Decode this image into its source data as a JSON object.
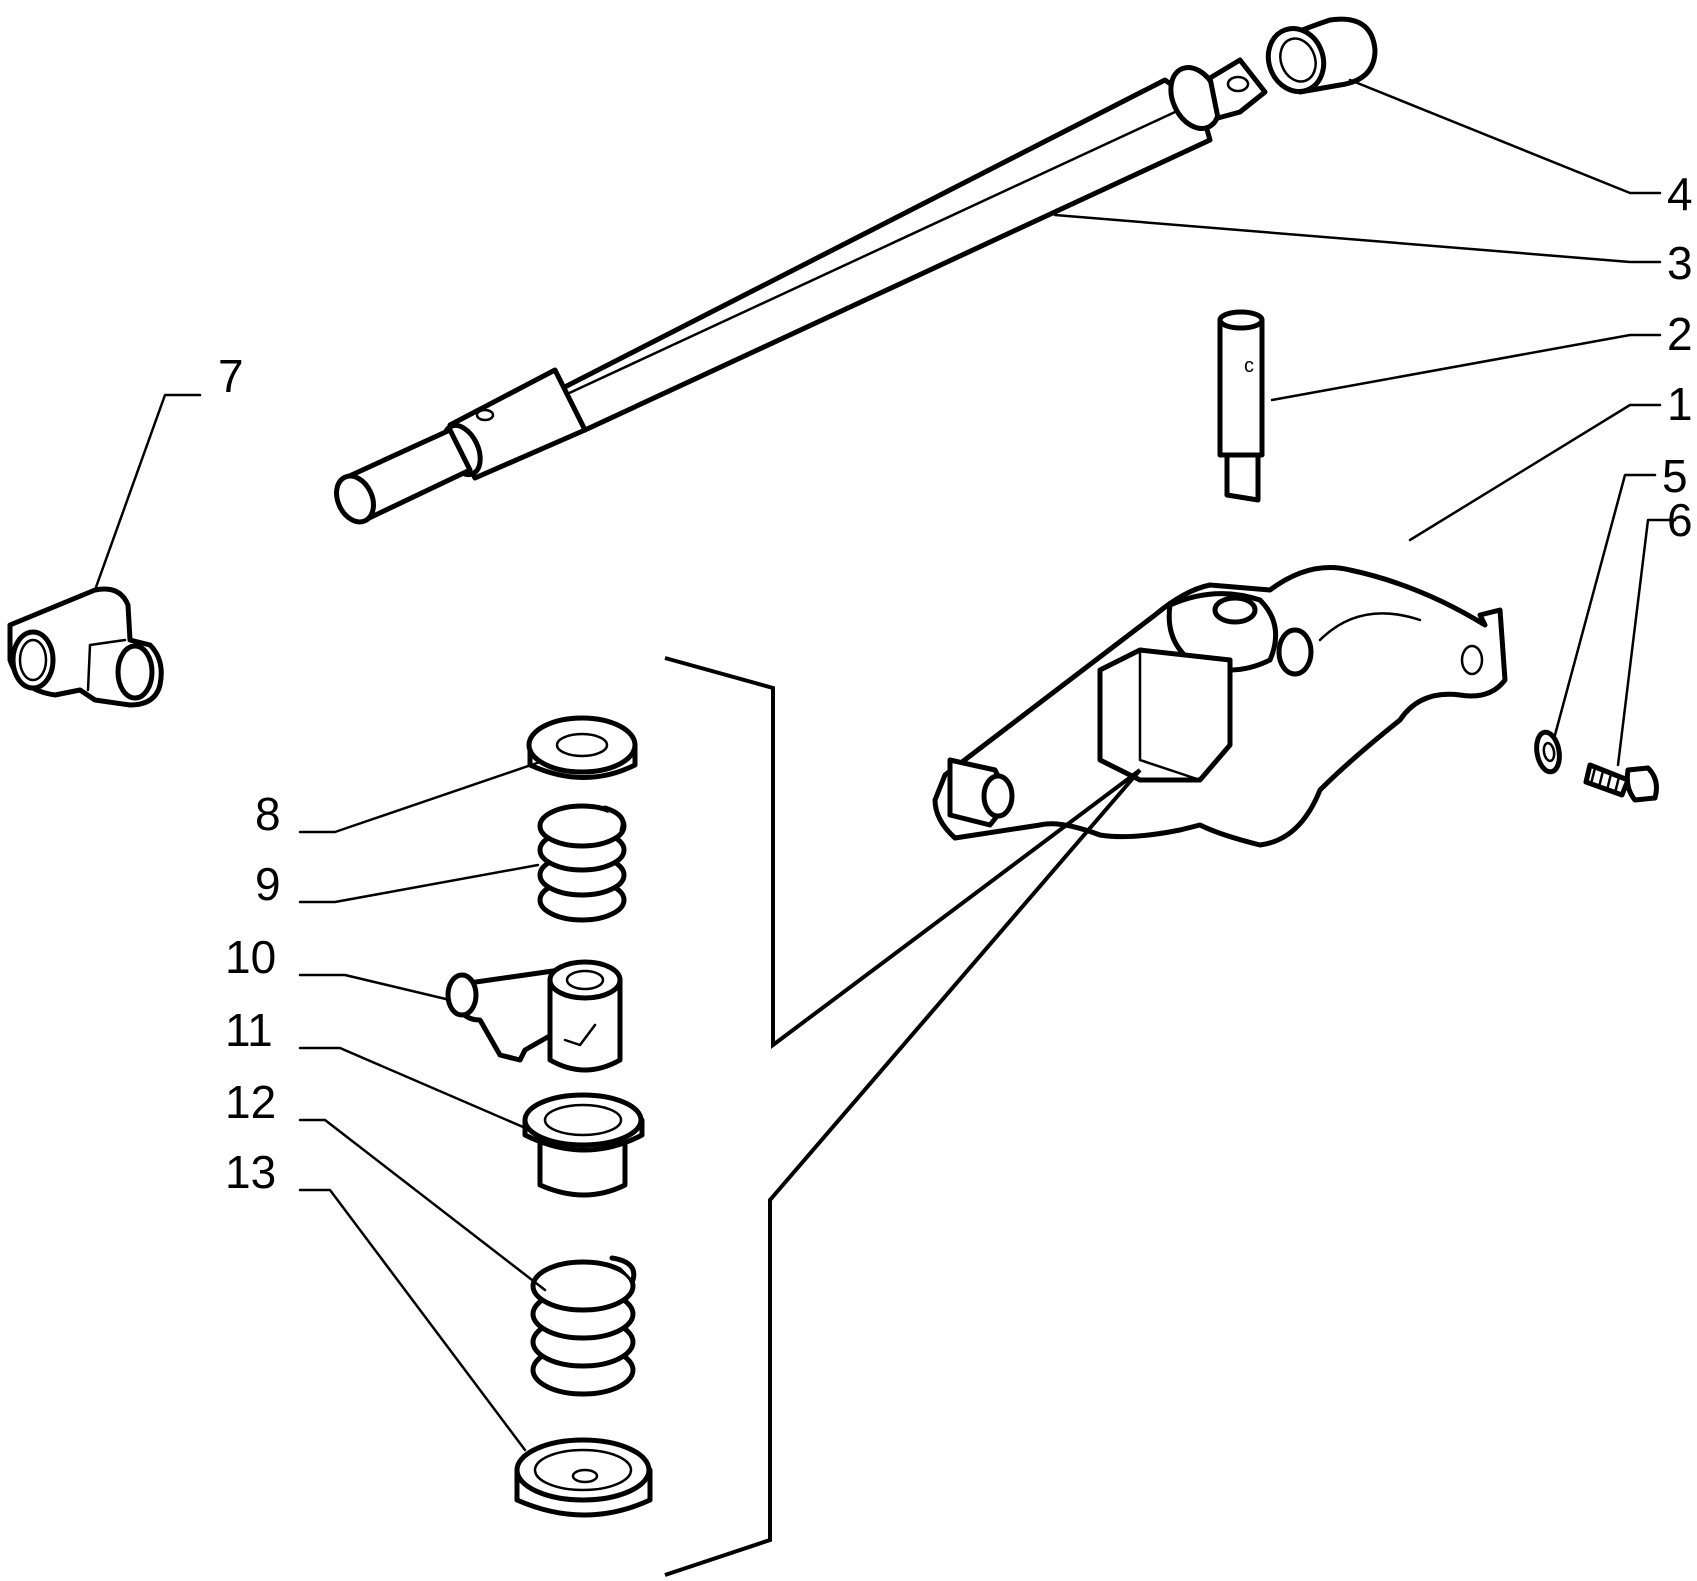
{
  "callouts": {
    "c1": "1",
    "c2": "2",
    "c3": "3",
    "c4": "4",
    "c5": "5",
    "c6": "6",
    "c7": "7",
    "c8": "8",
    "c9": "9",
    "c10": "10",
    "c11": "11",
    "c12": "12",
    "c13": "13"
  },
  "parts": [
    {
      "callout": "1",
      "icon": "gear-lever-housing"
    },
    {
      "callout": "2",
      "icon": "pin"
    },
    {
      "callout": "3",
      "icon": "selector-shaft"
    },
    {
      "callout": "4",
      "icon": "bushing"
    },
    {
      "callout": "5",
      "icon": "washer"
    },
    {
      "callout": "6",
      "icon": "screw"
    },
    {
      "callout": "7",
      "icon": "yoke-joint"
    },
    {
      "callout": "8",
      "icon": "washer"
    },
    {
      "callout": "9",
      "icon": "spring"
    },
    {
      "callout": "10",
      "icon": "selector-lever"
    },
    {
      "callout": "11",
      "icon": "flanged-bushing"
    },
    {
      "callout": "12",
      "icon": "spring"
    },
    {
      "callout": "13",
      "icon": "cup"
    }
  ]
}
